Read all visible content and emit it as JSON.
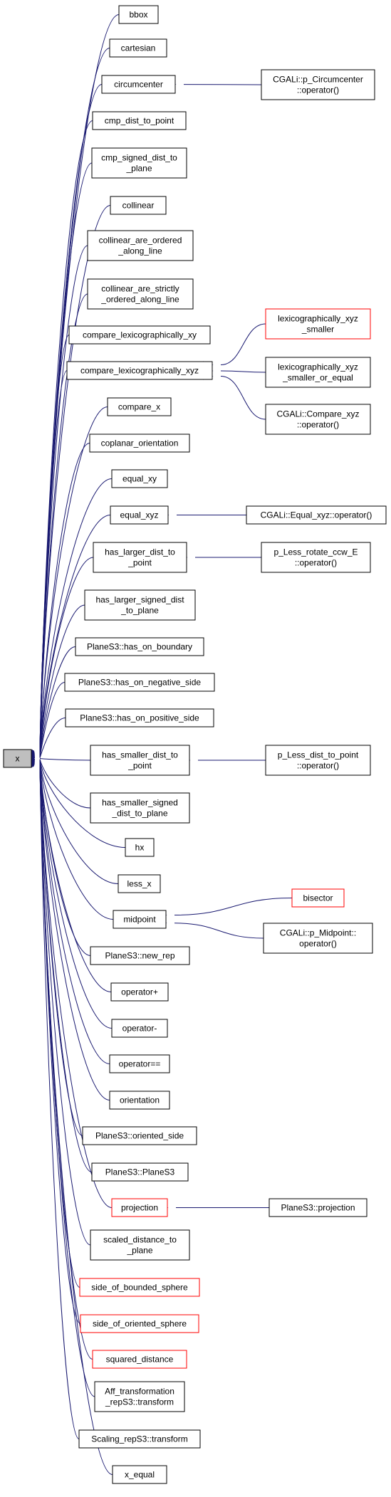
{
  "colors": {
    "edge": "#191970",
    "node_border": "#000000",
    "node_border_undocumented": "#ff0000",
    "root_fill": "#bfbfbf",
    "background": "#ffffff"
  },
  "root": {
    "id": "x",
    "label": "x"
  },
  "nodes": [
    {
      "id": "bbox",
      "label": [
        "bbox"
      ]
    },
    {
      "id": "cartesian",
      "label": [
        "cartesian"
      ]
    },
    {
      "id": "circumcenter",
      "label": [
        "circumcenter"
      ]
    },
    {
      "id": "p_circumcenter_op",
      "label": [
        "CGALi::p_Circumcenter",
        "::operator()"
      ]
    },
    {
      "id": "cmp_dist_to_point",
      "label": [
        "cmp_dist_to_point"
      ]
    },
    {
      "id": "cmp_signed_dist_to_plane",
      "label": [
        "cmp_signed_dist_to",
        "_plane"
      ]
    },
    {
      "id": "collinear",
      "label": [
        "collinear"
      ]
    },
    {
      "id": "collinear_are_ordered_along_line",
      "label": [
        "collinear_are_ordered",
        "_along_line"
      ]
    },
    {
      "id": "collinear_are_strictly_ordered_along_line",
      "label": [
        "collinear_are_strictly",
        "_ordered_along_line"
      ]
    },
    {
      "id": "compare_lexicographically_xy",
      "label": [
        "compare_lexicographically_xy"
      ]
    },
    {
      "id": "compare_lexicographically_xyz",
      "label": [
        "compare_lexicographically_xyz"
      ]
    },
    {
      "id": "lexicographically_xyz_smaller",
      "label": [
        "lexicographically_xyz",
        "_smaller"
      ],
      "red": true
    },
    {
      "id": "lexicographically_xyz_smaller_or_equal",
      "label": [
        "lexicographically_xyz",
        "_smaller_or_equal"
      ]
    },
    {
      "id": "compare_xyz_op",
      "label": [
        "CGALi::Compare_xyz",
        "::operator()"
      ]
    },
    {
      "id": "compare_x",
      "label": [
        "compare_x"
      ]
    },
    {
      "id": "coplanar_orientation",
      "label": [
        "coplanar_orientation"
      ]
    },
    {
      "id": "equal_xy",
      "label": [
        "equal_xy"
      ]
    },
    {
      "id": "equal_xyz",
      "label": [
        "equal_xyz"
      ]
    },
    {
      "id": "equal_xyz_op",
      "label": [
        "CGALi::Equal_xyz::operator()"
      ]
    },
    {
      "id": "has_larger_dist_to_point",
      "label": [
        "has_larger_dist_to",
        "_point"
      ]
    },
    {
      "id": "p_less_rotate_ccw_op",
      "label": [
        "p_Less_rotate_ccw_E",
        "::operator()"
      ]
    },
    {
      "id": "has_larger_signed_dist_to_plane",
      "label": [
        "has_larger_signed_dist",
        "_to_plane"
      ]
    },
    {
      "id": "has_on_boundary",
      "label": [
        "PlaneS3::has_on_boundary"
      ]
    },
    {
      "id": "has_on_negative_side",
      "label": [
        "PlaneS3::has_on_negative_side"
      ]
    },
    {
      "id": "has_on_positive_side",
      "label": [
        "PlaneS3::has_on_positive_side"
      ]
    },
    {
      "id": "has_smaller_dist_to_point",
      "label": [
        "has_smaller_dist_to",
        "_point"
      ]
    },
    {
      "id": "p_less_dist_to_point_op",
      "label": [
        "p_Less_dist_to_point",
        "::operator()"
      ]
    },
    {
      "id": "has_smaller_signed_dist_to_plane",
      "label": [
        "has_smaller_signed",
        "_dist_to_plane"
      ]
    },
    {
      "id": "hx",
      "label": [
        "hx"
      ]
    },
    {
      "id": "less_x",
      "label": [
        "less_x"
      ]
    },
    {
      "id": "midpoint",
      "label": [
        "midpoint"
      ]
    },
    {
      "id": "bisector",
      "label": [
        "bisector"
      ],
      "red": true
    },
    {
      "id": "p_midpoint_op",
      "label": [
        "CGALi::p_Midpoint::",
        "operator()"
      ]
    },
    {
      "id": "new_rep",
      "label": [
        "PlaneS3::new_rep"
      ]
    },
    {
      "id": "operator_plus",
      "label": [
        "operator+"
      ]
    },
    {
      "id": "operator_minus",
      "label": [
        "operator-"
      ]
    },
    {
      "id": "operator_eq",
      "label": [
        "operator=="
      ]
    },
    {
      "id": "orientation",
      "label": [
        "orientation"
      ]
    },
    {
      "id": "oriented_side",
      "label": [
        "PlaneS3::oriented_side"
      ]
    },
    {
      "id": "planes3_ctor",
      "label": [
        "PlaneS3::PlaneS3"
      ]
    },
    {
      "id": "projection",
      "label": [
        "projection"
      ],
      "red": true
    },
    {
      "id": "planes3_projection",
      "label": [
        "PlaneS3::projection"
      ]
    },
    {
      "id": "scaled_distance_to_plane",
      "label": [
        "scaled_distance_to",
        "_plane"
      ]
    },
    {
      "id": "side_of_bounded_sphere",
      "label": [
        "side_of_bounded_sphere"
      ],
      "red": true
    },
    {
      "id": "side_of_oriented_sphere",
      "label": [
        "side_of_oriented_sphere"
      ],
      "red": true
    },
    {
      "id": "squared_distance",
      "label": [
        "squared_distance"
      ],
      "red": true
    },
    {
      "id": "aff_transformation_transform",
      "label": [
        "Aff_transformation",
        "_repS3::transform"
      ]
    },
    {
      "id": "scaling_transform",
      "label": [
        "Scaling_repS3::transform"
      ]
    },
    {
      "id": "x_equal",
      "label": [
        "x_equal"
      ]
    }
  ],
  "edges": [
    [
      "bbox",
      "x"
    ],
    [
      "cartesian",
      "x"
    ],
    [
      "circumcenter",
      "x"
    ],
    [
      "cmp_dist_to_point",
      "x"
    ],
    [
      "cmp_signed_dist_to_plane",
      "x"
    ],
    [
      "collinear",
      "x"
    ],
    [
      "collinear_are_ordered_along_line",
      "x"
    ],
    [
      "collinear_are_strictly_ordered_along_line",
      "x"
    ],
    [
      "compare_lexicographically_xy",
      "x"
    ],
    [
      "compare_lexicographically_xyz",
      "x"
    ],
    [
      "compare_x",
      "x"
    ],
    [
      "coplanar_orientation",
      "x"
    ],
    [
      "equal_xy",
      "x"
    ],
    [
      "equal_xyz",
      "x"
    ],
    [
      "has_larger_dist_to_point",
      "x"
    ],
    [
      "has_larger_signed_dist_to_plane",
      "x"
    ],
    [
      "has_on_boundary",
      "x"
    ],
    [
      "has_on_negative_side",
      "x"
    ],
    [
      "has_on_positive_side",
      "x"
    ],
    [
      "has_smaller_dist_to_point",
      "x"
    ],
    [
      "has_smaller_signed_dist_to_plane",
      "x"
    ],
    [
      "hx",
      "x"
    ],
    [
      "less_x",
      "x"
    ],
    [
      "midpoint",
      "x"
    ],
    [
      "new_rep",
      "x"
    ],
    [
      "operator_plus",
      "x"
    ],
    [
      "operator_minus",
      "x"
    ],
    [
      "operator_eq",
      "x"
    ],
    [
      "orientation",
      "x"
    ],
    [
      "oriented_side",
      "x"
    ],
    [
      "planes3_ctor",
      "x"
    ],
    [
      "projection",
      "x"
    ],
    [
      "scaled_distance_to_plane",
      "x"
    ],
    [
      "side_of_bounded_sphere",
      "x"
    ],
    [
      "side_of_oriented_sphere",
      "x"
    ],
    [
      "squared_distance",
      "x"
    ],
    [
      "aff_transformation_transform",
      "x"
    ],
    [
      "scaling_transform",
      "x"
    ],
    [
      "x_equal",
      "x"
    ],
    [
      "p_circumcenter_op",
      "circumcenter"
    ],
    [
      "lexicographically_xyz_smaller",
      "compare_lexicographically_xyz"
    ],
    [
      "lexicographically_xyz_smaller_or_equal",
      "compare_lexicographically_xyz"
    ],
    [
      "compare_xyz_op",
      "compare_lexicographically_xyz"
    ],
    [
      "equal_xyz_op",
      "equal_xyz"
    ],
    [
      "p_less_rotate_ccw_op",
      "has_larger_dist_to_point"
    ],
    [
      "p_less_dist_to_point_op",
      "has_smaller_dist_to_point"
    ],
    [
      "bisector",
      "midpoint"
    ],
    [
      "p_midpoint_op",
      "midpoint"
    ],
    [
      "planes3_projection",
      "projection"
    ]
  ]
}
